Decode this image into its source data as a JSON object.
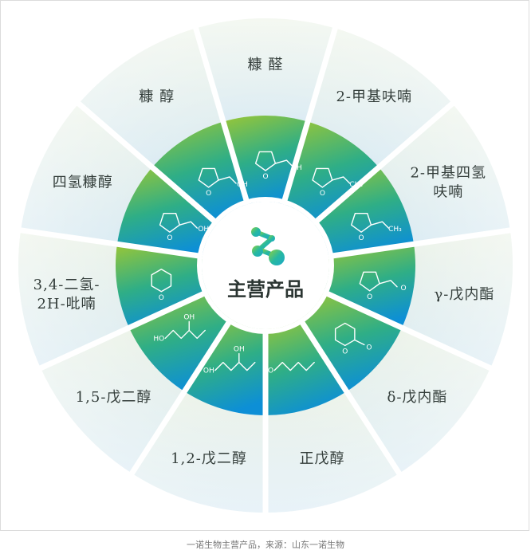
{
  "center": {
    "label": "主营产品",
    "logo_colors": [
      "#1ca8c8",
      "#27b9a0",
      "#8fd13f"
    ]
  },
  "segments": [
    {
      "label_lines": [
        "糠 醛"
      ],
      "structure": "furfural-icon",
      "structure_labels": [
        "O",
        "H"
      ]
    },
    {
      "label_lines": [
        "2-甲基呋喃"
      ],
      "structure": "methylfuran-icon",
      "structure_labels": [
        "O",
        "CH₃"
      ]
    },
    {
      "label_lines": [
        "2-甲基四氢",
        "呋喃"
      ],
      "structure": "methyl-thf-icon",
      "structure_labels": [
        "O",
        "CH₃"
      ]
    },
    {
      "label_lines": [
        "γ-戊内酯"
      ],
      "structure": "gamma-valerolactone-icon",
      "structure_labels": [
        "O",
        "O"
      ]
    },
    {
      "label_lines": [
        "δ-戊内酯"
      ],
      "structure": "delta-valerolactone-icon",
      "structure_labels": [
        "O",
        "O"
      ]
    },
    {
      "label_lines": [
        "正戊醇"
      ],
      "structure": "pentanol-icon",
      "structure_labels": [
        "HO"
      ]
    },
    {
      "label_lines": [
        "1,2-戊二醇"
      ],
      "structure": "pentanediol-12-icon",
      "structure_labels": [
        "OH",
        "OH"
      ]
    },
    {
      "label_lines": [
        "1,5-戊二醇"
      ],
      "structure": "pentanediol-15-icon",
      "structure_labels": [
        "HO",
        "OH"
      ]
    },
    {
      "label_lines": [
        "3,4-二氢-",
        "2H-吡喃"
      ],
      "structure": "dihydropyran-icon",
      "structure_labels": [
        "O"
      ]
    },
    {
      "label_lines": [
        "四氢糠醇"
      ],
      "structure": "thfa-icon",
      "structure_labels": [
        "O",
        "OH"
      ]
    },
    {
      "label_lines": [
        "糠 醇"
      ],
      "structure": "furfuryl-alcohol-icon",
      "structure_labels": [
        "O",
        "OH"
      ]
    }
  ],
  "colors": {
    "inner_top": "#8fc43e",
    "inner_mid": "#2fae86",
    "inner_bottom": "#0d8fd6",
    "outer_top": "#eef4ea",
    "outer_bottom": "#dcecf4",
    "separator": "#ffffff"
  },
  "caption": "一诺生物主营产品，来源：山东一诺生物"
}
